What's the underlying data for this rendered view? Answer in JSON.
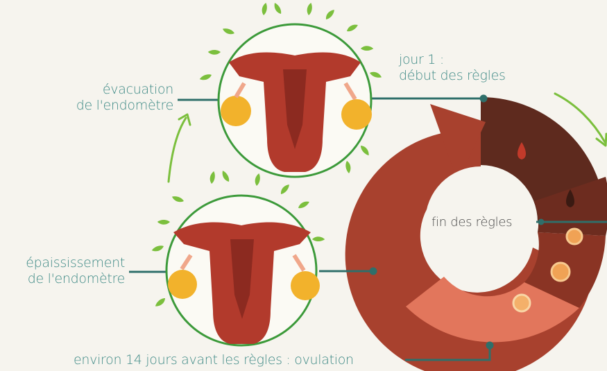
{
  "labels": {
    "day1_line1": "jour 1 :",
    "day1_line2": "début des règles",
    "evacuation_line1": "évacuation",
    "evacuation_line2": "de l'endomètre",
    "thickening_line1": "épaississement",
    "thickening_line2": "de l'endomètre",
    "end_of_period": "fin des règles",
    "ovulation": "environ 14 jours avant les règles : ovulation"
  },
  "colors": {
    "background": "#f6f4ee",
    "text": "#3f8a86",
    "leader_line": "#2f6f6a",
    "wreath_green": "#3c9a3a",
    "leaf_green": "#7bbf3d",
    "uterus": "#b23a2c",
    "ring_dark_brown": "#5e2a1e",
    "ring_brown": "#7a2f22",
    "ring_light": "#e2765c",
    "ring_arrow": "#a8412e"
  },
  "icons": {
    "blood_drop": "drop-icon",
    "ovum": "ovum-icon"
  }
}
